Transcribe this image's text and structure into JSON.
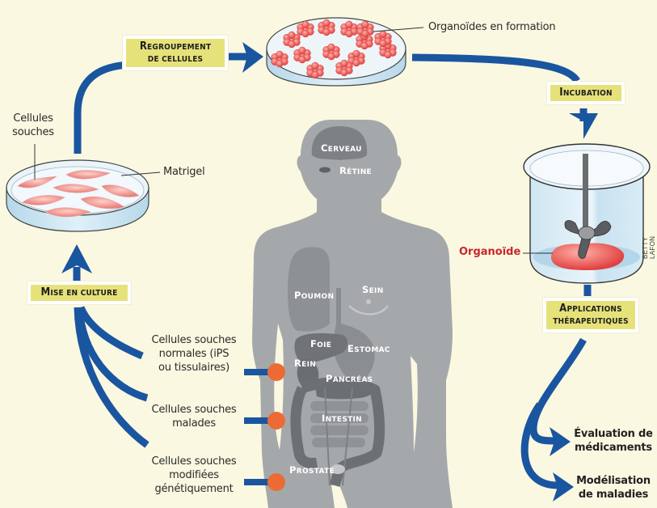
{
  "title": "Organoid production process diagram",
  "colors": {
    "background": "#faf8e1",
    "arrow": "#1a55a0",
    "label_box": "#e6e27a",
    "body_silhouette": "#a5a8ab",
    "organ_dark": "#7d8084",
    "dot_orange": "#ec6b35",
    "organoid_red": "#c9252b",
    "cell_pink": "#f0b8b0",
    "dish_blue": "#cfe6f2"
  },
  "steps": {
    "regroupement": {
      "cap": "R",
      "rest": "egroupement",
      "line2": "de cellules"
    },
    "incubation": {
      "cap": "I",
      "rest": "ncubation"
    },
    "mise_en_culture": {
      "cap": "M",
      "rest": "ise en culture"
    },
    "applications": {
      "cap": "A",
      "rest": "pplications",
      "line2": "thérapeutiques"
    }
  },
  "labels": {
    "cellules_souches": "Cellules\nsouches",
    "cellules_souches_l1": "Cellules",
    "cellules_souches_l2": "souches",
    "matrigel": "Matrigel",
    "organoides_formation": "Organoïdes en formation",
    "organoide": "Organoïde",
    "credit": "BETTY LAFON"
  },
  "sources": [
    {
      "lines": [
        "Cellules souches",
        "normales (iPS",
        "ou tissulaires)"
      ]
    },
    {
      "lines": [
        "Cellules souches",
        "malades"
      ]
    },
    {
      "lines": [
        "Cellules souches",
        "modifiées",
        "génétiquement"
      ]
    }
  ],
  "outcomes": [
    {
      "lines": [
        "Évaluation de",
        "médicaments"
      ]
    },
    {
      "lines": [
        "Modélisation",
        "de maladies"
      ]
    }
  ],
  "organs": {
    "cerveau": {
      "cap": "C",
      "rest": "erveau"
    },
    "retine": {
      "cap": "R",
      "rest": "étine"
    },
    "poumon": {
      "cap": "P",
      "rest": "oumon"
    },
    "sein": {
      "cap": "S",
      "rest": "ein"
    },
    "foie": {
      "cap": "F",
      "rest": "oie"
    },
    "estomac": {
      "cap": "E",
      "rest": "stomac"
    },
    "rein": {
      "cap": "R",
      "rest": "ein"
    },
    "pancreas": {
      "cap": "P",
      "rest": "ancréas"
    },
    "intestin": {
      "cap": "I",
      "rest": "ntestin"
    },
    "prostate": {
      "cap": "P",
      "rest": "rostate"
    }
  }
}
